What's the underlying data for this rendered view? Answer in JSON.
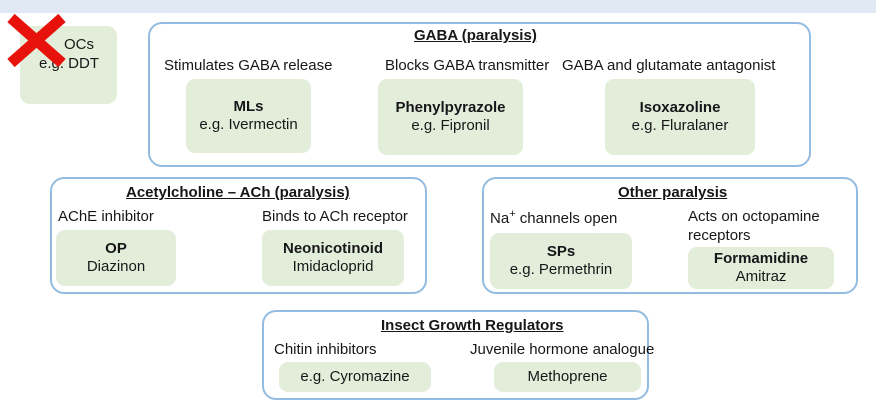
{
  "colors": {
    "group_border": "#94bce0",
    "box_fill": "#e3eeda",
    "top_band": "#dfe8f3",
    "cross": "#e8120c",
    "text": "#17171a"
  },
  "excluded": {
    "name": "OCs",
    "example": "e.g. DDT",
    "marker": "red-cross"
  },
  "groups": [
    {
      "id": "gaba",
      "title": "GABA (paralysis)",
      "columns": [
        {
          "caption": "Stimulates GABA release",
          "box": {
            "name": "MLs",
            "example": "e.g. Ivermectin"
          }
        },
        {
          "caption": "Blocks GABA transmitter",
          "box": {
            "name": "Phenylpyrazole",
            "example": "e.g. Fipronil"
          }
        },
        {
          "caption": "GABA and glutamate antagonist",
          "box": {
            "name": "Isoxazoline",
            "example": "e.g. Fluralaner"
          }
        }
      ]
    },
    {
      "id": "acetylcholine",
      "title": "Acetylcholine – ACh (paralysis)",
      "columns": [
        {
          "caption": "AChE inhibitor",
          "box": {
            "name": "OP",
            "example": "Diazinon"
          }
        },
        {
          "caption": "Binds to ACh receptor",
          "box": {
            "name": "Neonicotinoid",
            "example": "Imidacloprid"
          }
        }
      ]
    },
    {
      "id": "other-paralysis",
      "title": "Other paralysis",
      "columns": [
        {
          "caption": "Na+ channels open",
          "caption_prefix": "Na",
          "caption_sup": "+",
          "caption_suffix": " channels open",
          "box": {
            "name": "SPs",
            "example": "e.g. Permethrin"
          }
        },
        {
          "caption_line1": "Acts on octopamine",
          "caption_line2": "receptors",
          "box": {
            "name": "Formamidine",
            "example": "Amitraz"
          }
        }
      ]
    },
    {
      "id": "insect-growth-regulators",
      "title": "Insect Growth Regulators",
      "columns": [
        {
          "caption": "Chitin inhibitors",
          "box": {
            "example": "e.g. Cyromazine"
          }
        },
        {
          "caption": "Juvenile hormone analogue",
          "box": {
            "example": "Methoprene"
          }
        }
      ]
    }
  ]
}
